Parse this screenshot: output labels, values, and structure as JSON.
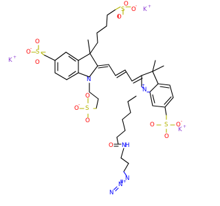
{
  "molecule": {
    "labels": {
      "K": "K",
      "plus": "+",
      "minus": "-",
      "O": "O",
      "S": "S",
      "N": "N",
      "Np": "N",
      "H": "H"
    }
  },
  "colors": {
    "bond": "#000000",
    "oxygen": "#ff0000",
    "sulfur": "#b3b300",
    "nitrogen": "#0000ff",
    "potassium": "#8f40d4",
    "text": "#000000"
  }
}
